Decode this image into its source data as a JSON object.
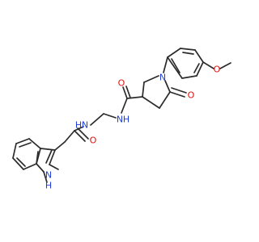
{
  "colors": {
    "carbon": "#2b2b2b",
    "nitrogen": "#1f3fd6",
    "oxygen": "#e01010"
  },
  "atoms": {
    "n_pyrrolidinone": "N",
    "n_amide1": "NH",
    "n_amide2": "NH",
    "n_indole": "NH",
    "h_indole": "H",
    "n_indole_letter": "N",
    "n_amide1_letter": "N",
    "n_amide1_h": "H",
    "n_amide2_letter": "N",
    "n_amide2_h": "H",
    "o_carbonyl_amide1": "O",
    "o_lactam": "O",
    "o_ether": "O",
    "o_carbonyl_amide2": "O"
  }
}
